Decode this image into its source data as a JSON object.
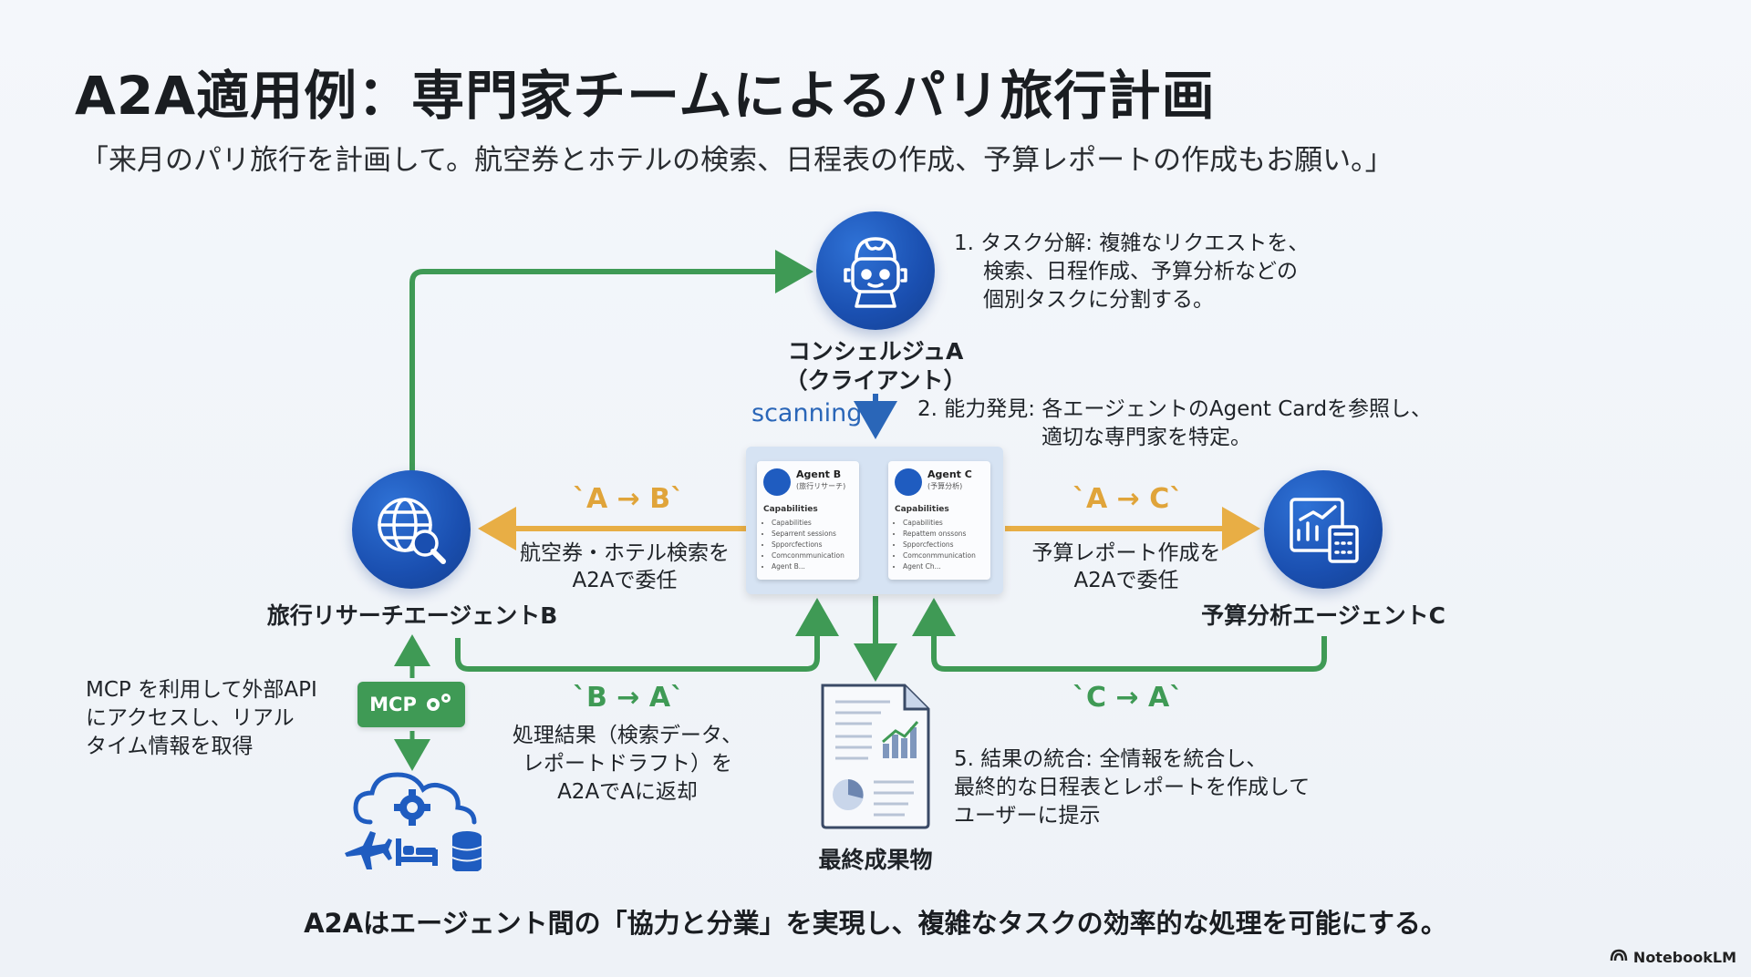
{
  "title": "A2A適用例：専門家チームによるパリ旅行計画",
  "subtitle": "「来月のパリ旅行を計画して。航空券とホテルの検索、日程表の作成、予算レポートの作成もお願い。」",
  "nodes": {
    "concierge": {
      "label_line1": "コンシェルジュA",
      "label_line2": "（クライアント）",
      "icon": "robot-brain-icon"
    },
    "research": {
      "label": "旅行リサーチエージェントB",
      "icon": "globe-search-icon"
    },
    "budget": {
      "label": "予算分析エージェントC",
      "icon": "chart-calculator-icon"
    },
    "result": {
      "label": "最終成果物",
      "icon": "report-document-icon"
    }
  },
  "steps": {
    "step1": {
      "line1": "1. タスク分解: 複雑なリクエストを、",
      "line2": "検索、日程作成、予算分析などの",
      "line3": "個別タスクに分割する。"
    },
    "step2": {
      "line1": "2. 能力発見: 各エージェントのAgent Cardを参照し、",
      "line2": "適切な専門家を特定。"
    },
    "step5": {
      "line1": "5. 結果の統合: 全情報を統合し、",
      "line2": "最終的な日程表とレポートを作成して",
      "line3": "ユーザーに提示"
    }
  },
  "scanning_label": "scanning",
  "edges": {
    "a_to_b": {
      "code": "`A → B`",
      "line1": "航空券・ホテル検索を",
      "line2": "A2Aで委任"
    },
    "a_to_c": {
      "code": "`A → C`",
      "line1": "予算レポート作成を",
      "line2": "A2Aで委任"
    },
    "b_to_a": {
      "code": "`B → A`",
      "line1": "処理結果（検索データ、",
      "line2": "レポートドラフト）を",
      "line3": "A2AでAに返却"
    },
    "c_to_a": {
      "code": "`C → A`"
    }
  },
  "agent_cards": [
    {
      "name": "Agent B",
      "sub": "(旅行リサーチ)",
      "cap_title": "Capabilities",
      "items": [
        "Capabilities",
        "Separrent sessions",
        "Spporcfections",
        "Comconmmunication",
        "Agent B..."
      ]
    },
    {
      "name": "Agent C",
      "sub": "(予算分析)",
      "cap_title": "Capabilities",
      "items": [
        "Capabilities",
        "Repattem onssons",
        "Spporcfections",
        "Comconmmunication",
        "Agent Ch..."
      ]
    }
  ],
  "mcp": {
    "badge": "MCP",
    "line1": "MCP を利用して外部API",
    "line2": "にアクセスし、リアル",
    "line3": "タイム情報を取得",
    "cloud_icons": [
      "cloud-gear-icon",
      "airplane-icon",
      "bed-icon",
      "database-icon"
    ]
  },
  "footer": "A2Aはエージェント間の「協力と分業」を実現し、複雑なタスクの効率的な処理を可能にする。",
  "brand": "NotebookLM",
  "colors": {
    "blue": "#1a4fb0",
    "green": "#3f9a55",
    "gold": "#e8ae45",
    "arrow_blue": "#2a66b8"
  }
}
